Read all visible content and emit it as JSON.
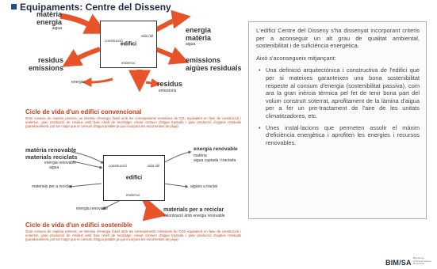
{
  "slide": {
    "title": "Equipaments: Centre del Disseny",
    "brand": {
      "name": "BIM/SA",
      "tagline_1": "Barcelona",
      "tagline_2": "d'Infraestructures",
      "tagline_3": "Municipals"
    }
  },
  "colors": {
    "accent": "#e8542a",
    "heading": "#c8401a",
    "frame": "#333333"
  },
  "diagram_top": {
    "in_1": "matèria",
    "in_2": "energia",
    "in_3": "aigua",
    "out_1": "energia",
    "out_2": "matèria",
    "out_3": "aigua",
    "out_left_1": "residus",
    "out_left_2": "emissions",
    "out_right_1": "emissions",
    "out_right_2": "aigües residuals",
    "bottom_energia": "energia",
    "bottom_right_1": "residus",
    "bottom_right_2": "emissions",
    "box_center": "edifici",
    "box_tl": "construcció",
    "box_tr": "vida útil",
    "box_bottom": "enderroc"
  },
  "conv": {
    "title": "Cicle de vida d'un edifici convencional",
    "text": "Gran consum de matèria primera; us intensiu d'energia fòssil amb les corresponents emissions de CO₂ equivalent en fase de construcció i enderroc, gran producció de residus amb baix nivell de reciclatge; elevat consum d'aigua tractada i gran producció d'aigües residuals (paradoxalment, pot ser major que el consum d'aigua potable ja que incorpora les escorrenties de pluja)"
  },
  "diagram_bottom": {
    "in_1": "matèria renovable",
    "in_2": "materials reciclats",
    "in_3": "energia renovable",
    "in_4": "aigua",
    "out_1": "energia renovable",
    "out_2": "matèria",
    "out_3": "aigua captada i tractada",
    "left_out": "materials per a reciclar",
    "right_out": "aigües a tractar",
    "bottom_energia": "energia renovable",
    "bottom_right_1": "materials per a reciclar",
    "bottom_right_2": "valorització amb energia renovable",
    "box_center": "edifici",
    "box_tl": "construcció",
    "box_tr": "vida útil",
    "box_bottom": "enderroc"
  },
  "sust": {
    "title": "Cicle de vida d'un edifici sostenible",
    "text": "Gran consum de matèria primera; us intensiu d'energia fòssil amb les corresponents emissions de CO2 equivalent en fase de construcció i enderroc, gran producció de residus amb baix nivell de reciclatge; elevat consum d'aigua tractada i gran producció d'aigües residuals (paradoxalment, pot ser major que el consum d'aigua potable ja que incorpora les escorrenties de pluja)"
  },
  "panel": {
    "intro": "L'edifici Centre del Disseny s'ha dissenyat incorporant criteris per a aconseguir un alt grau de qualitat ambiental, sostenibilitat i de suficiència energètica.",
    "lead": "Això s'aconsegueix mitjançant:",
    "b1": "Una definició arquitectònica i constructiva de l'edifici que per si mateixes garanteixen una bona sostenibilitat respecte al consum d'energia (sostenibilitat passiva), com ara la gran inèrcia tèrmica pel fet de tenir bona part del volum construït soterrat, aprofitament de la làmina d'aigua per a fer un pre-tractament de l'aire de les unitats climatitzadores, etc.",
    "b2": "Unes instal·lacions que permeten assolir el màxim d'eficiència energètica i aprofiten les energies i recursos renovables."
  }
}
